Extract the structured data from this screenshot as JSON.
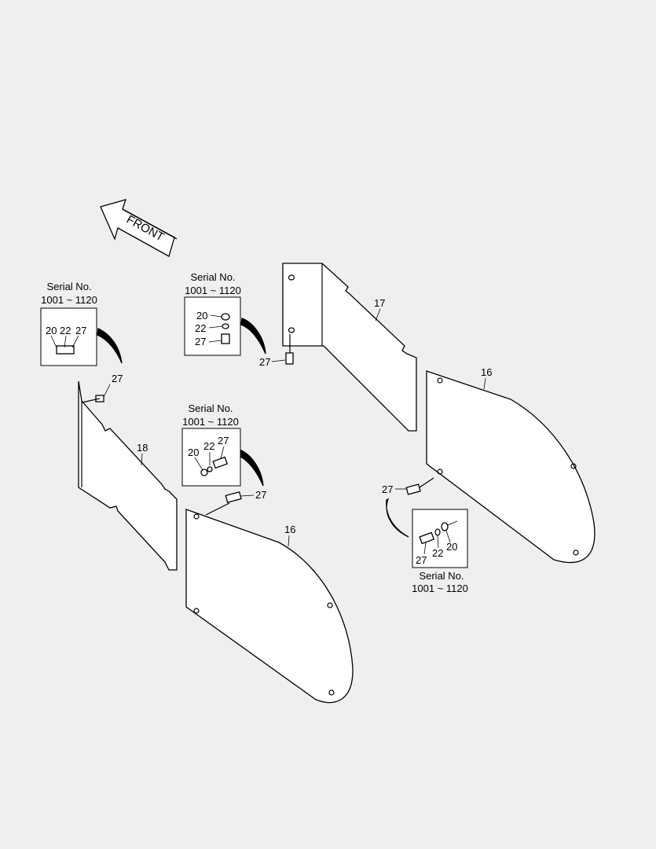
{
  "front_label": "FRONT",
  "serial": {
    "line1": "Serial No.",
    "line2": "1001 ~ 1120"
  },
  "parts": {
    "p16": "16",
    "p17": "17",
    "p18": "18",
    "p20": "20",
    "p22": "22",
    "p27": "27"
  }
}
